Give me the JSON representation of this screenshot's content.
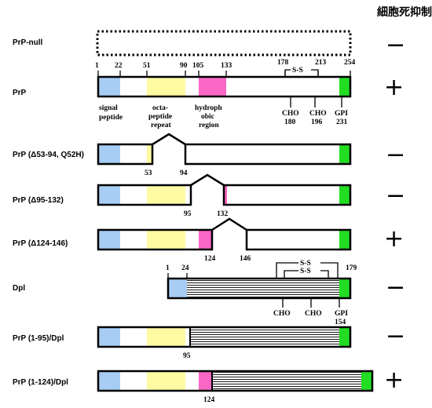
{
  "header": "細胞死抑制",
  "symbols": {
    "minus": "−",
    "plus": "+"
  },
  "colors": {
    "signal": "#a7cdf5",
    "octa": "#fdfaa2",
    "hydro": "#fa66c4",
    "gpi": "#22dd22",
    "line": "#000000"
  },
  "rows": [
    {
      "label": "PrP-null",
      "result": "minus"
    },
    {
      "label": "PrP",
      "result": "plus",
      "numbers": [
        "1",
        "22",
        "51",
        "90",
        "105",
        "133",
        "178",
        "213",
        "254"
      ],
      "disulfide": "S-S",
      "regions": [
        "signal",
        "peptide",
        "octa-",
        "peptide",
        "repeat",
        "hydroph",
        "obic",
        "region"
      ],
      "cho1": [
        "CHO",
        "180"
      ],
      "cho2": [
        "CHO",
        "196"
      ],
      "gpi": [
        "GPI",
        "231"
      ]
    },
    {
      "label": "PrP (Δ53-94, Q52H)",
      "result": "minus",
      "numbers": [
        "53",
        "94"
      ]
    },
    {
      "label": "PrP (Δ95-132)",
      "result": "minus",
      "numbers": [
        "95",
        "132"
      ]
    },
    {
      "label": "PrP (Δ124-146)",
      "result": "plus",
      "numbers": [
        "124",
        "146"
      ]
    },
    {
      "label": "Dpl",
      "result": "minus",
      "numbers": [
        "1",
        "24",
        "179"
      ],
      "disulfide": [
        "S-S",
        "S-S"
      ],
      "cho1": "CHO",
      "cho2": "CHO",
      "gpi": [
        "GPI",
        "154"
      ]
    },
    {
      "label": "PrP (1-95)/Dpl",
      "result": "minus",
      "numbers": [
        "95"
      ]
    },
    {
      "label": "PrP (1-124)/Dpl",
      "result": "plus",
      "numbers": [
        "124"
      ]
    }
  ]
}
